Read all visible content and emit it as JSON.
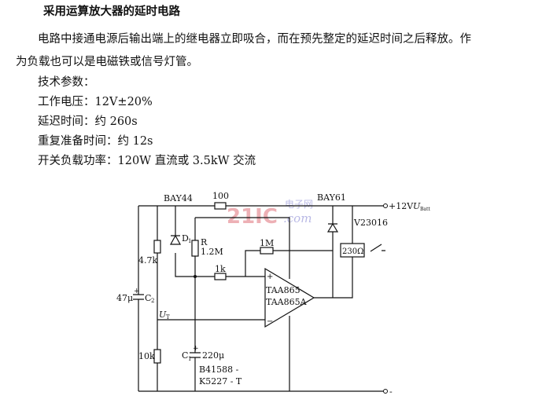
{
  "title": "采用运算放大器的延时电路",
  "paragraph": {
    "line1": "电路中接通电源后输出端上的继电器立即吸合，而在预先整定的延迟时间之后释放。作",
    "line2": "为负载也可以是电磁铁或信号灯管。"
  },
  "specs": {
    "heading": "技术参数：",
    "voltage": "工作电压：12V±20%",
    "delay": "延迟时间：约 260s",
    "reset": "重复准备时间：约 12s",
    "load": "开关负载功率：120W 直流或 3.5kW 交流"
  },
  "circuit": {
    "bay44": "BAY44",
    "r100": "100",
    "bay61": "BAY61",
    "supply": "+12V",
    "ubatt": "U",
    "ubatt_sub": "Batt",
    "relay_model": "V23016",
    "relay_coil": "230Ω",
    "d1": "D",
    "d1_sub": "1",
    "r_label": "R",
    "r_value": "1.2M",
    "r4k7": "4.7k",
    "r1m": "1M",
    "r1k": "1k",
    "c2_value": "47μ",
    "c2": "C",
    "c2_sub": "2",
    "plus": "+",
    "minus": "−",
    "opamp1": "TAA865",
    "opamp2": "TAA865A",
    "ut": "U",
    "ut_sub": "T",
    "r10k": "10k",
    "c1": "C",
    "c1_sub": "1",
    "c1_value": "220μ",
    "part1": "B41588 -",
    "part2": "K5227 - T",
    "ground": "-",
    "watermark": "21IC",
    "watermark_cn": "电子网",
    "watermark_com": ".com"
  }
}
